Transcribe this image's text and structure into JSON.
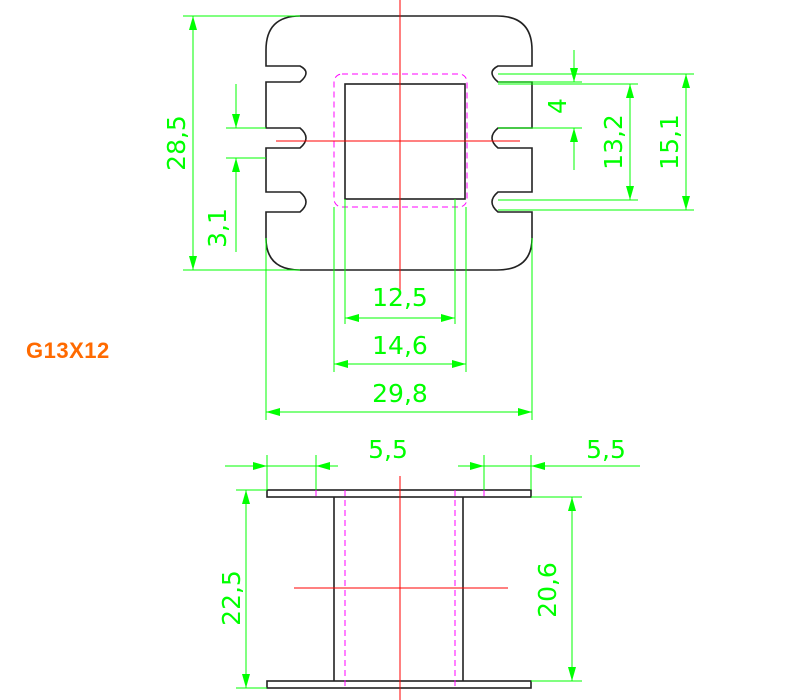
{
  "part": {
    "label": "G13X12"
  },
  "colors": {
    "dimension": "#00ff00",
    "outline": "#222222",
    "centerline": "#ff0000",
    "hidden": "#ff00ff",
    "label": "#ff6a00"
  },
  "dimensions": {
    "overall_height": "28,5",
    "slot_width": "3,1",
    "tooth_width": "4",
    "inner_height": "13,2",
    "outer_height": "15,1",
    "window_width": "12,5",
    "core_width": "14,6",
    "overall_width": "29,8",
    "flange_left": "5,5",
    "flange_right": "5,5",
    "side_height": "22,5",
    "inner_side_height": "20,6"
  }
}
